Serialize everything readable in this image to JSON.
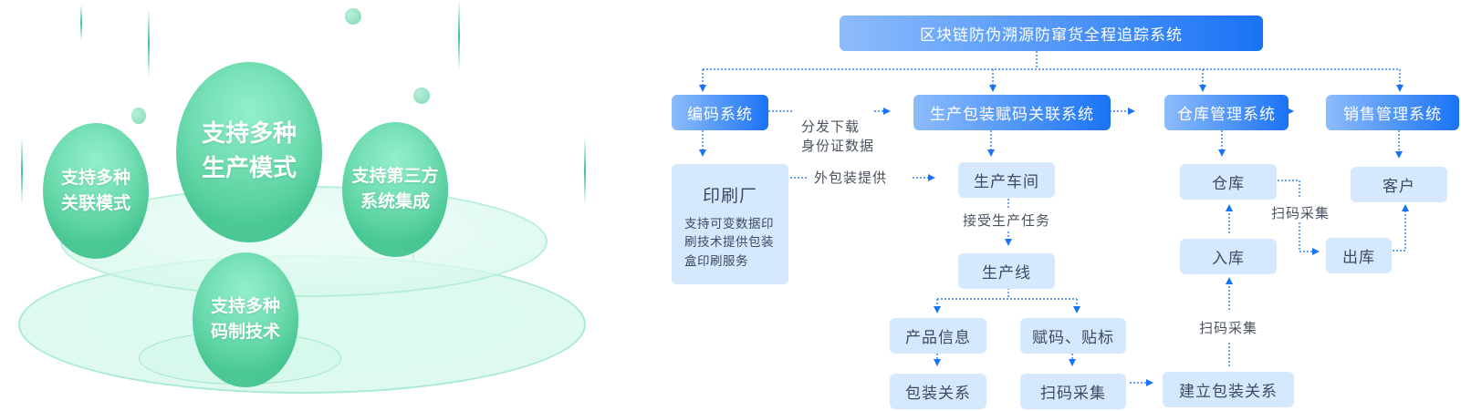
{
  "illustration": {
    "spheres": [
      {
        "id": "center",
        "text": "支持多种\n生产模式"
      },
      {
        "id": "left",
        "text": "支持多种\n关联模式"
      },
      {
        "id": "right",
        "text": "支持第三方\n系统集成"
      },
      {
        "id": "bottom",
        "text": "支持多种\n码制技术"
      }
    ],
    "colors": {
      "sphere": "#4ecb98",
      "ring": "#bff3e2"
    }
  },
  "diagram": {
    "title": "区块链防伪溯源防窜货全程追踪系统",
    "systems": {
      "coding": "编码系统",
      "production": "生产包装赋码关联系统",
      "warehouse_mgmt": "仓库管理系统",
      "sales_mgmt": "销售管理系统"
    },
    "nodes": {
      "printer_title": "印刷厂",
      "printer_desc": "支持可变数据印\n刷技术提供包装\n盒印刷服务",
      "workshop": "生产车间",
      "line": "生产线",
      "product_info": "产品信息",
      "coding_label": "赋码、贴标",
      "package_rel": "包装关系",
      "scan_collect": "扫码采集",
      "build_package": "建立包装关系",
      "warehouse": "仓库",
      "inbound": "入库",
      "outbound": "出库",
      "customer": "客户"
    },
    "edge_labels": {
      "distribute": "分发下载\n身份证数据",
      "outer_pack": "外包装提供",
      "accept_task": "接受生产任务",
      "scan1": "扫码采集",
      "scan2": "扫码采集"
    },
    "colors": {
      "accent": "#1a73f5",
      "light_box": "#d6e8fd",
      "gradient_start": "#8dbcfb"
    }
  }
}
